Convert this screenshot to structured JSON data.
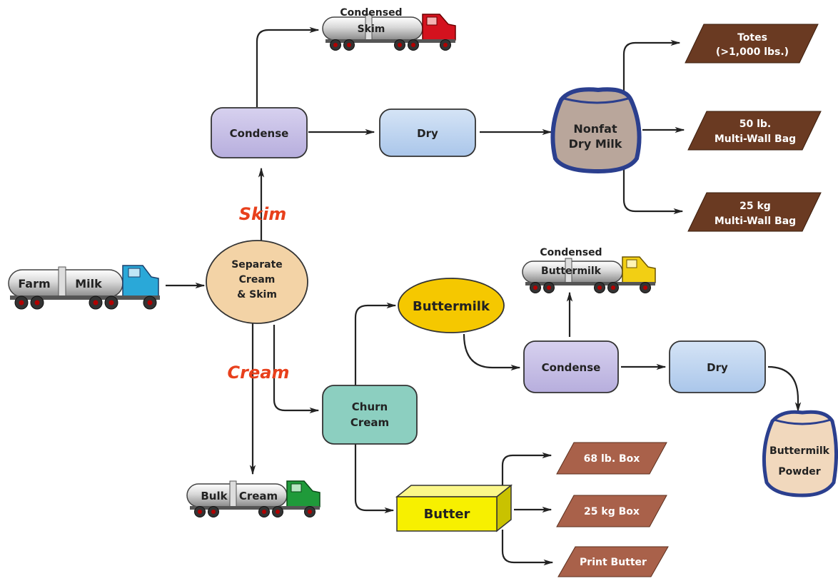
{
  "nodes": {
    "farm_milk": "Farm",
    "farm_milk_2": "Milk",
    "separate_1": "Separate",
    "separate_2": "Cream",
    "separate_3": "& Skim",
    "skim_label": "Skim",
    "cream_label": "Cream",
    "condense_top": "Condense",
    "dry_top": "Dry",
    "condensed_skim_1": "Condensed",
    "condensed_skim_2": "Skim",
    "nfdm_1": "Nonfat",
    "nfdm_2": "Dry Milk",
    "totes_1": "Totes",
    "totes_2": "(>1,000 lbs.)",
    "bag50_1": "50 lb.",
    "bag50_2": "Multi-Wall Bag",
    "bag25_1": "25 kg",
    "bag25_2": "Multi-Wall Bag",
    "buttermilk": "Buttermilk",
    "condensed_bm_1": "Condensed",
    "condensed_bm_2": "Buttermilk",
    "condense_bottom": "Condense",
    "dry_bottom": "Dry",
    "bm_powder_1": "Buttermilk",
    "bm_powder_2": "Powder",
    "churn_1": "Churn",
    "churn_2": "Cream",
    "bulk_cream_1": "Bulk",
    "bulk_cream_2": "Cream",
    "butter": "Butter",
    "box68": "68 lb. Box",
    "box25": "25 kg Box",
    "print_butter": "Print Butter"
  },
  "colors": {
    "purple_box": "#c9c2e6",
    "blue_box": "#c4d8f0",
    "teal_box": "#8ccfc0",
    "separate_oval": "#f3d3a6",
    "buttermilk_oval": "#f5c800",
    "butter_block": "#f7f000",
    "brown_tag": "#6a3a22",
    "light_brown_tag": "#a9614a",
    "red_label": "#e8401c",
    "bag_fill": "#b8a49a",
    "bag_light": "#f1d8bd",
    "bag_blue": "#2b3f8e"
  }
}
